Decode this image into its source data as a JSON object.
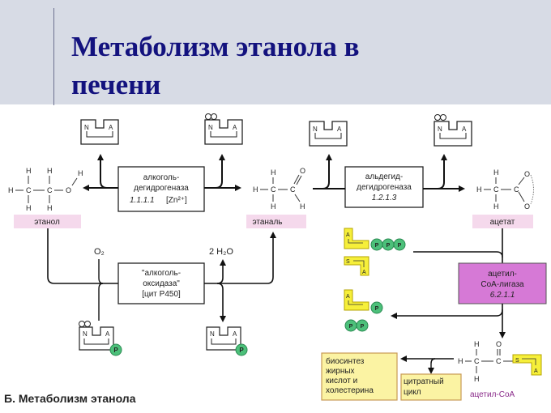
{
  "slide": {
    "title_line1": "Метаболизм этанола в",
    "title_line2": "печени",
    "caption": "Б. Метаболизм этанола"
  },
  "colors": {
    "title": "#13127e",
    "header_bg": "#d7dbe5",
    "label_pink": "#f5d9ec",
    "enzyme_magenta": "#d679d6",
    "coenzyme_yellow": "#f6ef3a",
    "phosphate_green": "#4cc07a",
    "box_yellow": "#fbf3a3"
  },
  "molecules": {
    "ethanol": {
      "label": "этанол"
    },
    "ethanal": {
      "label": "этаналь"
    },
    "acetate": {
      "label": "ацетат"
    },
    "acetyl_coa": {
      "label": "ацетил-CoA"
    }
  },
  "enzymes": {
    "adh": {
      "line1": "алкоголь-",
      "line2": "дегидрогеназа",
      "line3": "1.1.1.1",
      "cofactor": "[Zn²⁺]"
    },
    "aldh": {
      "line1": "альдегид-",
      "line2": "дегидрогеназа",
      "line3": "1.2.1.3"
    },
    "oxidase": {
      "line1": "\"алкоголь-",
      "line2": "оксидаза\"",
      "line3": "[цит P450]"
    },
    "ligase": {
      "line1": "ацетил-",
      "line2": "CoA-лигаза",
      "line3": "6.2.1.1"
    }
  },
  "coenzymes": {
    "nad_n": "N",
    "nad_a": "A",
    "phosphate": "P",
    "atp_a": "A",
    "coa_s": "S",
    "coa_a": "A"
  },
  "reagents": {
    "o2": "O₂",
    "water": "2 H₂O"
  },
  "destinations": {
    "biosynthesis": [
      "биосинтез",
      "жирных",
      "кислот и",
      "холестерина"
    ],
    "citrate": [
      "цитратный",
      "цикл"
    ]
  },
  "atoms": {
    "H": "H",
    "C": "C",
    "O": "O"
  }
}
